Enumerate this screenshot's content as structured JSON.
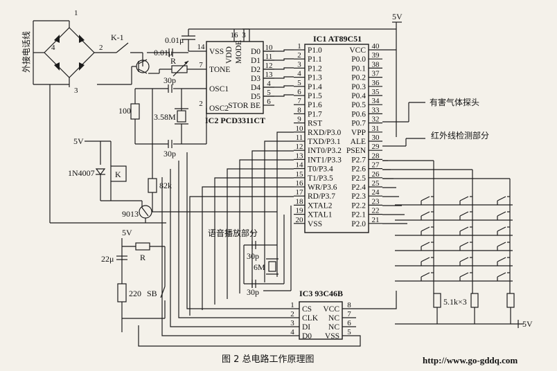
{
  "caption": "图 2  总电路工作原理图",
  "url": "http://www.go-gddq.com",
  "power": {
    "vcc": "5V"
  },
  "labels": {
    "line": "外接电话线",
    "gas": "有害气体探头",
    "ir": "红外线检测部分",
    "voice": "语音播放部分"
  },
  "components": {
    "k1": "K-1",
    "c1": "0.01μ",
    "c2": "0.01μ",
    "r_var": "R",
    "c_osc1": "30p",
    "xtal1": "3.58M",
    "c_osc2": "30p",
    "r100": "100",
    "diode": "1N4007",
    "relay": "K",
    "r82k": "82k",
    "transistor": "9013",
    "c22": "22μ",
    "r_b": "R",
    "r220": "220",
    "sb": "SB",
    "c_mcu1": "30p",
    "xtal2": "6M",
    "c_mcu2": "30p",
    "pullups": "5.1k×3",
    "bridge_pins": [
      "4",
      "2",
      "3",
      "1"
    ]
  },
  "ic2": {
    "title": "IC2 PCD3311CT",
    "left": [
      "VSS",
      "TONE",
      "OSC1",
      "OSC2"
    ],
    "left_pins": [
      "14",
      "7",
      "",
      "2"
    ],
    "top": [
      "VDD",
      "MODE"
    ],
    "top_pins": [
      "16",
      "3"
    ],
    "right": [
      "D0",
      "D1",
      "D2",
      "D3",
      "D4",
      "D5",
      "STOR BE"
    ],
    "right_pins": [
      "10",
      "11",
      "12",
      "13",
      "4",
      "5",
      "6"
    ]
  },
  "ic1": {
    "title": "IC1 AT89C51",
    "left_pins": [
      "1",
      "2",
      "3",
      "4",
      "5",
      "6",
      "7",
      "8",
      "9",
      "10",
      "11",
      "12",
      "13",
      "14",
      "15",
      "16",
      "17",
      "18",
      "19",
      "20"
    ],
    "left": [
      "P1.0",
      "P1.1",
      "P1.2",
      "P1.3",
      "P1.4",
      "P1.5",
      "P1.6",
      "P1.7",
      "RST",
      "RXD/P3.0",
      "TXD/P3.1",
      "INT0/P3.2",
      "INT1/P3.3",
      "T0/P3.4",
      "T1/P3.5",
      "WR/P3.6",
      "RD/P3.7",
      "XTAL2",
      "XTAL1",
      "VSS"
    ],
    "right": [
      "VCC",
      "P0.0",
      "P0.1",
      "P0.2",
      "P0.3",
      "P0.4",
      "P0.5",
      "P0.6",
      "P0.7",
      "VPP",
      "ALE",
      "PSEN",
      "P2.7",
      "P2.6",
      "P2.5",
      "P2.4",
      "P2.3",
      "P2.2",
      "P2.1",
      "P2.0"
    ],
    "right_pins": [
      "40",
      "39",
      "38",
      "37",
      "36",
      "35",
      "34",
      "33",
      "32",
      "31",
      "30",
      "29",
      "28",
      "27",
      "26",
      "25",
      "24",
      "23",
      "22",
      "21"
    ]
  },
  "ic3": {
    "title": "IC3 93C46B",
    "left": [
      "CS",
      "CLK",
      "DI",
      "D0"
    ],
    "left_pins": [
      "1",
      "2",
      "3",
      "4"
    ],
    "right": [
      "VCC",
      "NC",
      "NC",
      "VSS"
    ],
    "right_pins": [
      "8",
      "7",
      "6",
      "5"
    ]
  }
}
